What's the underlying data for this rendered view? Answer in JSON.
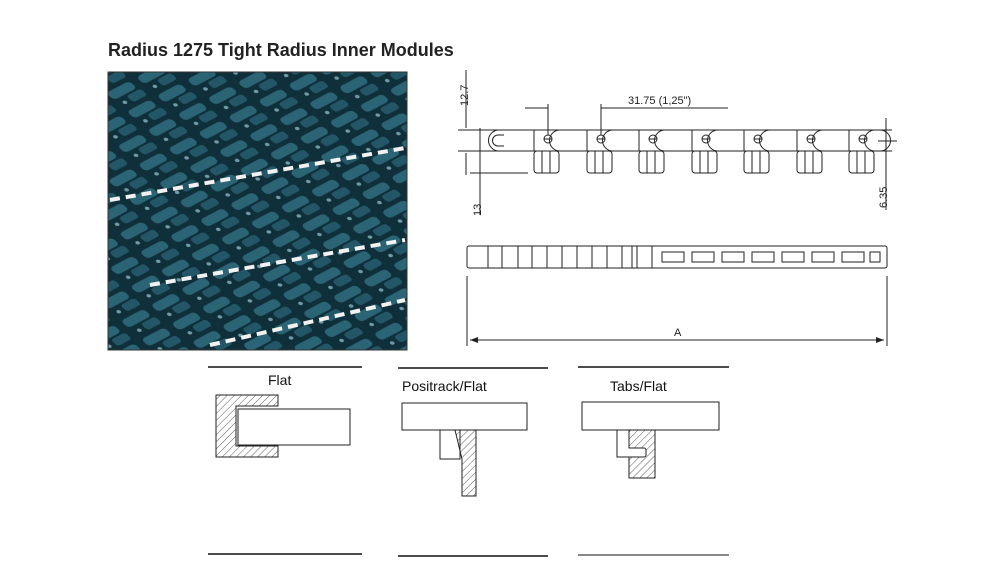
{
  "title": "Radius 1275 Tight Radius Inner Modules",
  "side_view": {
    "dim_height": "12.7",
    "dim_pitch": "31.75 (1,25\")",
    "dim_depth": "13",
    "dim_rod": "6.35"
  },
  "top_view": {
    "dim_width": "A"
  },
  "profiles": [
    {
      "label": "Flat"
    },
    {
      "label": "Positrack/Flat"
    },
    {
      "label": "Tabs/Flat"
    }
  ],
  "colors": {
    "belt": "#1f4f5e",
    "rod": "#f2f2f2"
  }
}
